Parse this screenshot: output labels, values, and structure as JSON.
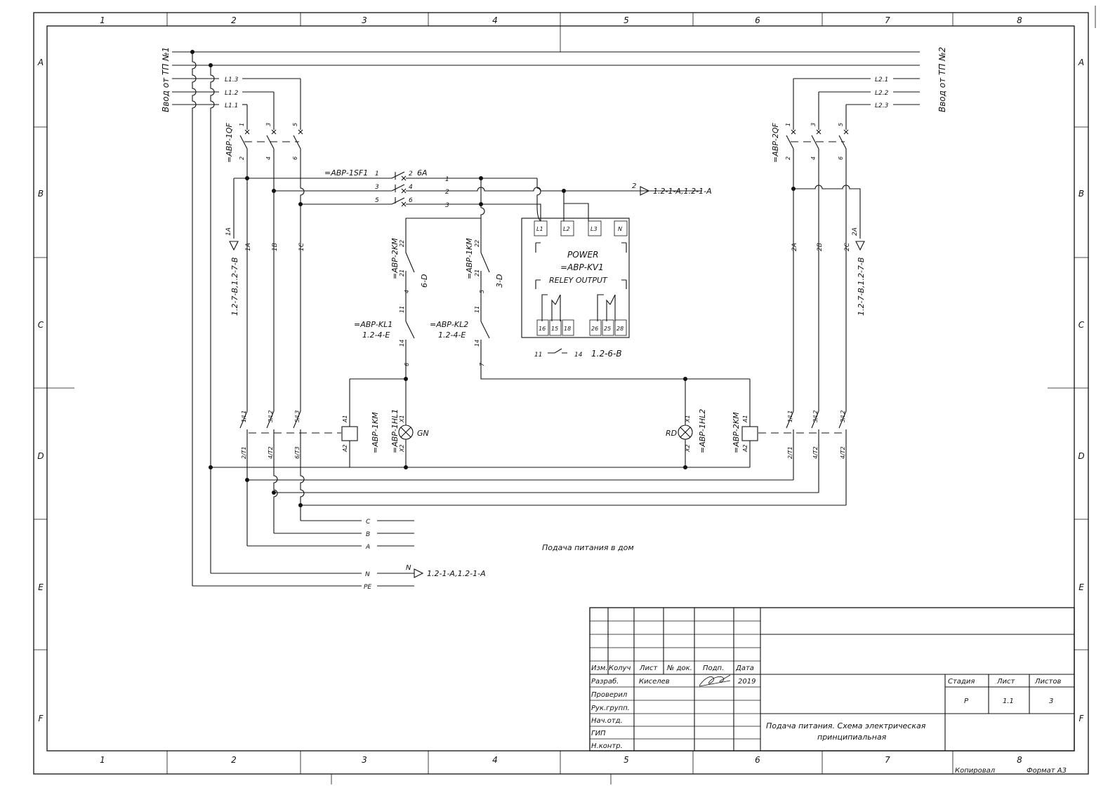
{
  "grid": {
    "cols": [
      "1",
      "2",
      "3",
      "4",
      "5",
      "6",
      "7",
      "8"
    ],
    "rows": [
      "A",
      "B",
      "C",
      "D",
      "E",
      "F"
    ]
  },
  "feeders": {
    "input1": "Ввод от ТП №1",
    "input2": "Ввод от ТП №2",
    "l1": [
      "L1.3",
      "L1.2",
      "L1.1"
    ],
    "l2": [
      "L2.1",
      "L2.2",
      "L2.3"
    ]
  },
  "breaker1": {
    "tag": "=АВР-1QF",
    "top": [
      "1",
      "3",
      "5"
    ],
    "bottom": [
      "2",
      "4",
      "6"
    ]
  },
  "breaker2": {
    "tag": "=АВР-2QF",
    "top": [
      "1",
      "3",
      "5"
    ],
    "bottom": [
      "2",
      "4",
      "6"
    ]
  },
  "aux_breaker": {
    "tag": "=АВР-1SF1",
    "rating": "6A",
    "pins_in": [
      "1",
      "3",
      "5"
    ],
    "pins_out": [
      "2",
      "4",
      "6"
    ],
    "wires": [
      "1",
      "2",
      "3"
    ]
  },
  "refs": {
    "out2_num": "2",
    "out2": "1.2-1-A,1.2-1-A",
    "left": "1.2-7-B,1.2-7-B",
    "right": "1.2-7-B,1.2-7-B",
    "n_num": "N",
    "n_ref": "1.2-1-A,1.2-1-A"
  },
  "wire_tags": {
    "left_arrow": "1A",
    "left": [
      "1A",
      "1B",
      "1C"
    ],
    "right": [
      "2A",
      "2B",
      "2C"
    ],
    "right_arrow": "2A",
    "w4": "4",
    "w5": "5",
    "w6": "6",
    "w7": "7"
  },
  "relay": {
    "terminals_top": [
      "L1",
      "L2",
      "L3",
      "N"
    ],
    "line1": "POWER",
    "line2": "=АВР-KV1",
    "line3": "RELEY OUTPUT",
    "terminals_bottom": [
      "16",
      "15",
      "18",
      "26",
      "25",
      "28"
    ],
    "contact_ref_a": "11",
    "contact_ref_b": "14",
    "contact_ref": "1.2-6-B"
  },
  "interlock1": {
    "tag": "=АВР-2KM",
    "pins": [
      "22",
      "21"
    ],
    "ref": "6-D"
  },
  "interlock2": {
    "tag": "=АВР-1KM",
    "pins": [
      "22",
      "21"
    ],
    "ref": "3-D"
  },
  "kl1": {
    "tag": "=АВР-KL1",
    "ref": "1.2-4-E",
    "pins": [
      "11",
      "14"
    ]
  },
  "kl2": {
    "tag": "=АВР-KL2",
    "ref": "1.2-4-E",
    "pins": [
      "11",
      "14"
    ]
  },
  "km1": {
    "tag": "=АВР-1KM",
    "coil": [
      "A1",
      "A2"
    ],
    "top": [
      "1/L1",
      "3/L2",
      "5/L3"
    ],
    "bottom": [
      "2/T1",
      "4/T2",
      "6/T3"
    ]
  },
  "km2": {
    "tag": "=АВР-2KM",
    "coil": [
      "A1",
      "A2"
    ],
    "top": [
      "1/L1",
      "3/L2",
      "3/L2"
    ],
    "bottom": [
      "2/T1",
      "4/T2",
      "4/T2"
    ]
  },
  "hl1": {
    "tag": "=АВР-1HL1",
    "pins": [
      "X1",
      "X2"
    ],
    "color": "GN"
  },
  "hl2": {
    "tag": "=АВР-1HL2",
    "pins": [
      "X1",
      "X2"
    ],
    "color": "RD"
  },
  "bus": [
    "C",
    "B",
    "A",
    "N",
    "PE"
  ],
  "caption": "Подача питания в дом",
  "title_block": {
    "hdr": [
      "Изм.",
      "Колуч",
      "Лист",
      "№ док.",
      "Подп.",
      "Дата"
    ],
    "roles": [
      "Разраб.",
      "Проверил",
      "Рук.групп.",
      "Нач.отд.",
      "ГИП",
      "Н.контр."
    ],
    "developer": "Киселев",
    "year": "2019",
    "stage_hdr": [
      "Стадия",
      "Лист",
      "Листов"
    ],
    "stage_val": [
      "Р",
      "1.1",
      "3"
    ],
    "title1": "Подача питания. Схема электрическая",
    "title2": "принципиальная",
    "copied": "Копировал",
    "format": "Формат А3"
  }
}
